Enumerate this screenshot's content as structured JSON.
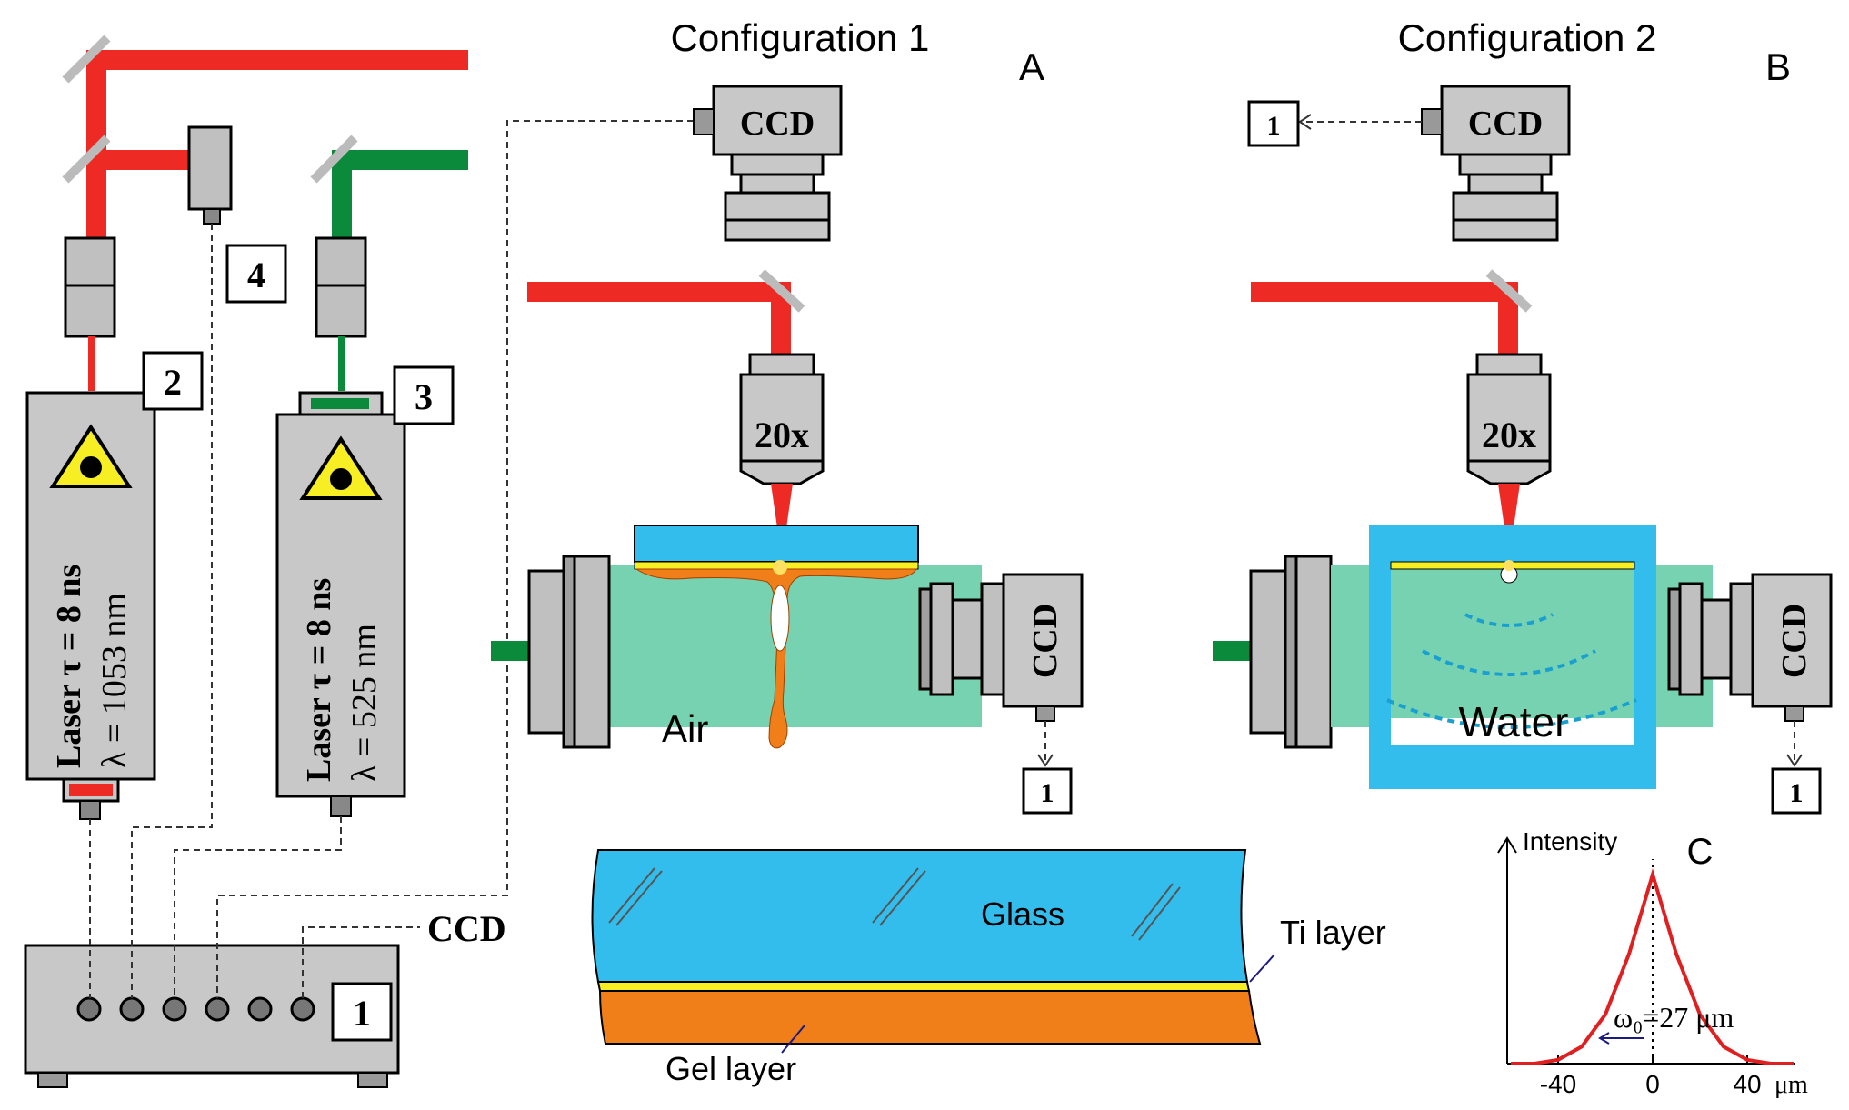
{
  "configurations": {
    "config1_title": "Configuration 1",
    "config2_title": "Configuration 2",
    "panel_a": "A",
    "panel_b": "B",
    "panel_c": "C"
  },
  "lasers": {
    "laser1_line1": "Laser τ = 8 ns",
    "laser1_line2": "λ = 1053 nm",
    "laser2_line1": "Laser τ = 8 ns",
    "laser2_line2": "λ = 525 nm"
  },
  "numbered_labels": {
    "n1": "1",
    "n2": "2",
    "n3": "3",
    "n4": "4"
  },
  "instrument_labels": {
    "ccd": "CCD",
    "objective": "20x"
  },
  "media": {
    "air": "Air",
    "water": "Water"
  },
  "layers": {
    "glass": "Glass",
    "ti_layer": "Ti layer",
    "gel_layer": "Gel layer"
  },
  "colors": {
    "red_beam": "#ee2a24",
    "green_beam": "#0a8a3a",
    "glass_blue": "#33bdec",
    "water_green": "#76d2b0",
    "gel_orange": "#f07f1a",
    "ti_yellow": "#f7ee24",
    "device_gray": "#bfbfbf",
    "gauss_red": "#e02020"
  },
  "chart_data": {
    "type": "line",
    "title": "",
    "ylabel": "Intensity",
    "xlabel": "μm",
    "x_ticks": [
      "-40",
      "0",
      "40"
    ],
    "annotation": "ω₀=27 μm",
    "series": [
      {
        "x": [
          -60,
          -50,
          -40,
          -30,
          -20,
          -10,
          0,
          10,
          20,
          30,
          40,
          50,
          60
        ],
        "y": [
          0.0,
          0.0,
          0.02,
          0.09,
          0.26,
          0.58,
          1.0,
          0.58,
          0.26,
          0.09,
          0.02,
          0.0,
          0.0
        ]
      }
    ]
  }
}
